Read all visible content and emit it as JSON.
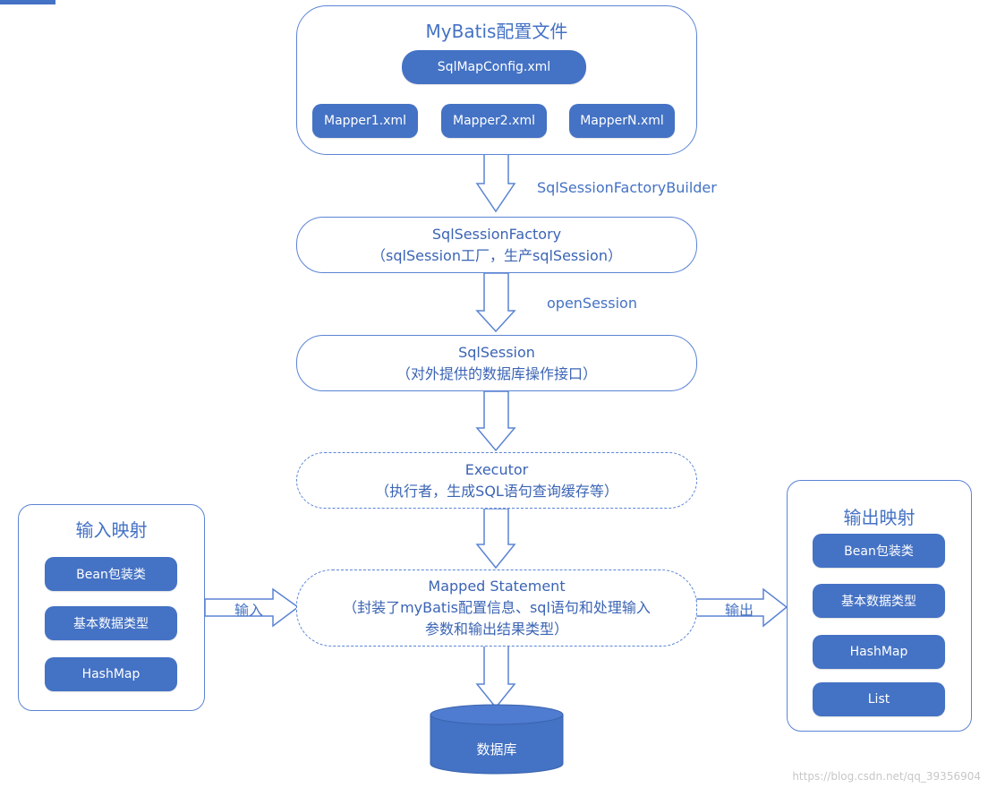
{
  "config": {
    "title": "MyBatis配置文件",
    "main_file": "SqlMapConfig.xml",
    "mappers": [
      "Mapper1.xml",
      "Mapper2.xml",
      "MapperN.xml"
    ]
  },
  "edges": {
    "builder": "SqlSessionFactoryBuilder",
    "open_session": "openSession",
    "input": "输入",
    "output": "输出"
  },
  "factory": {
    "line1": "SqlSessionFactory",
    "line2": "（sqlSession工厂，生产sqlSession）"
  },
  "session": {
    "line1": "SqlSession",
    "line2": "（对外提供的数据库操作接口）"
  },
  "executor": {
    "line1": "Executor",
    "line2": "（执行者，生成SQL语句查询缓存等）"
  },
  "mapped_statement": {
    "line1": "Mapped Statement",
    "line2": "（封装了myBatis配置信息、sql语句和处理输入",
    "line3": "参数和输出结果类型）"
  },
  "input_mapping": {
    "title": "输入映射",
    "items": [
      "Bean包装类",
      "基本数据类型",
      "HashMap"
    ]
  },
  "output_mapping": {
    "title": "输出映射",
    "items": [
      "Bean包装类",
      "基本数据类型",
      "HashMap",
      "List"
    ]
  },
  "database": {
    "label": "数据库"
  },
  "watermark": "https://blog.csdn.net/qq_39356904",
  "colors": {
    "accent": "#4472c4",
    "border": "#5b84d4",
    "watermark": "#c7c7c7"
  }
}
